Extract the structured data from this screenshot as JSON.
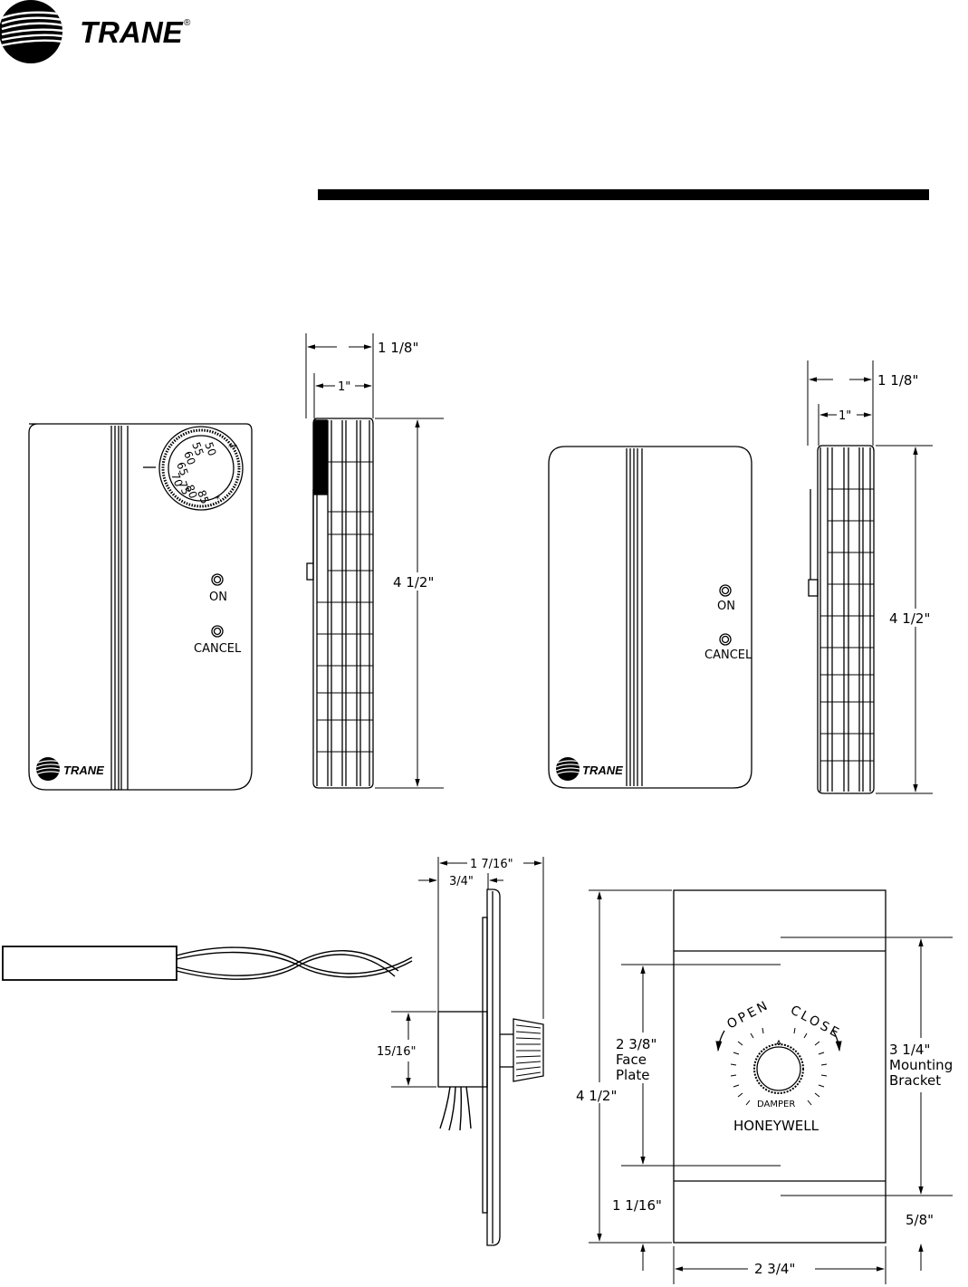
{
  "header": {
    "brand": "TRANE",
    "registered": "®"
  },
  "thermostat_a": {
    "dial_numbers": [
      "50",
      "55",
      "60",
      "65",
      "70",
      "75",
      "80",
      "85"
    ],
    "on_label": "ON",
    "cancel_label": "CANCEL",
    "badge_brand": "TRANE",
    "dim_depth_total": "1 1/8\"",
    "dim_depth_body": "1\"",
    "dim_height": "4 1/2\""
  },
  "thermostat_b": {
    "on_label": "ON",
    "cancel_label": "CANCEL",
    "badge_brand": "TRANE",
    "dim_depth_total": "1 1/8\"",
    "dim_depth_body": "1\"",
    "dim_height": "4 1/2\""
  },
  "damper_side": {
    "dim_total": "1 7/16\"",
    "dim_front": "3/4\"",
    "dim_box": "15/16\""
  },
  "damper_front": {
    "open_label": "OPEN",
    "close_label": "CLOSE",
    "knob_label": "DAMPER",
    "maker_label": "HONEYWELL",
    "dim_height": "4 1/2\"",
    "dim_faceplate_value": "2 3/8\"",
    "dim_faceplate_l1": "Face",
    "dim_faceplate_l2": "Plate",
    "dim_bracket_value": "3 1/4\"",
    "dim_bracket_l1": "Mounting",
    "dim_bracket_l2": "Bracket",
    "dim_bottom_gap": "1 1/16\"",
    "dim_bracket_gap": "5/8\"",
    "dim_width": "2 3/4\""
  },
  "colors": {
    "ink": "#000000",
    "paper": "#ffffff"
  }
}
